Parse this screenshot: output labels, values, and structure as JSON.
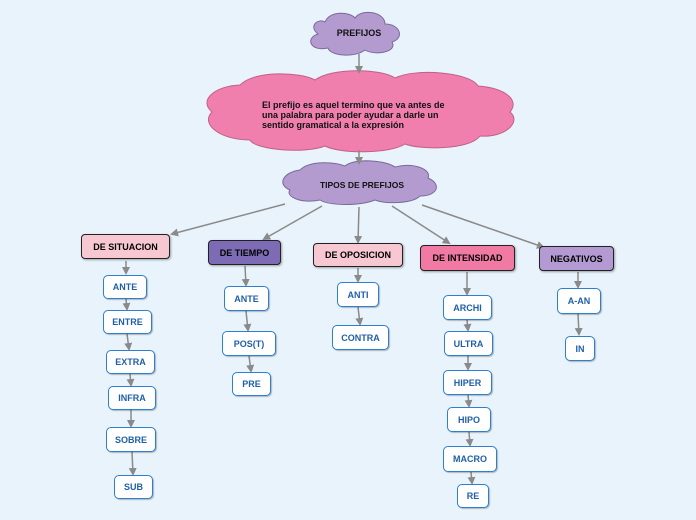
{
  "colors": {
    "background": "#e8f3fb",
    "cloud_purple": "#b39bd0",
    "cloud_pink": "#f07fae",
    "cat_pink": "#f7c7d2",
    "cat_purple_dark": "#7e6bb5",
    "cat_pink_strong": "#f17aa5",
    "cat_purple": "#b49ad3",
    "leaf_border": "#2e7fd0",
    "arrow": "#8a8a8a"
  },
  "root": {
    "label": "PREFIJOS"
  },
  "definition": {
    "lines": [
      "El prefijo es aquel termino que va antes de",
      "una palabra para poder ayudar a darle un",
      "sentido gramatical a la expresión"
    ]
  },
  "types": {
    "label": "TIPOS DE PREFIJOS"
  },
  "categories": [
    {
      "label": "DE SITUACION",
      "items": [
        "ANTE",
        "ENTRE",
        "EXTRA",
        "INFRA",
        "SOBRE",
        "SUB"
      ]
    },
    {
      "label": "DE TIEMPO",
      "items": [
        "ANTE",
        "POS(T)",
        "PRE"
      ]
    },
    {
      "label": "DE OPOSICION",
      "items": [
        "ANTI",
        "CONTRA"
      ]
    },
    {
      "label": "DE INTENSIDAD",
      "items": [
        "ARCHI",
        "ULTRA",
        "HIPER",
        "HIPO",
        "MACRO",
        "RE"
      ]
    },
    {
      "label": "NEGATIVOS",
      "items": [
        "A-AN",
        "IN"
      ]
    }
  ]
}
